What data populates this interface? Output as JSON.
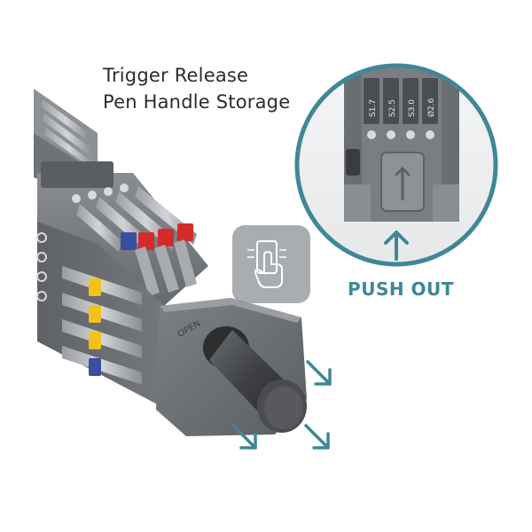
{
  "caption": {
    "line1": "Trigger Release",
    "line2": "Pen Handle Storage"
  },
  "inset": {
    "bit_labels": [
      "S1.7",
      "S2.5",
      "S3.0",
      "Ø2.6"
    ],
    "action_label": "PUSH OUT"
  },
  "product": {
    "cap_label": "OPEN"
  },
  "icons": {
    "hand_touch": "hand-touch-icon",
    "arrow": "arrow-icon"
  },
  "colors": {
    "accent": "#3f8797",
    "body": "#6b6e72",
    "bit_red": "#d42a2a",
    "bit_blue": "#3a4fa0",
    "bit_yellow": "#f2c21b"
  }
}
